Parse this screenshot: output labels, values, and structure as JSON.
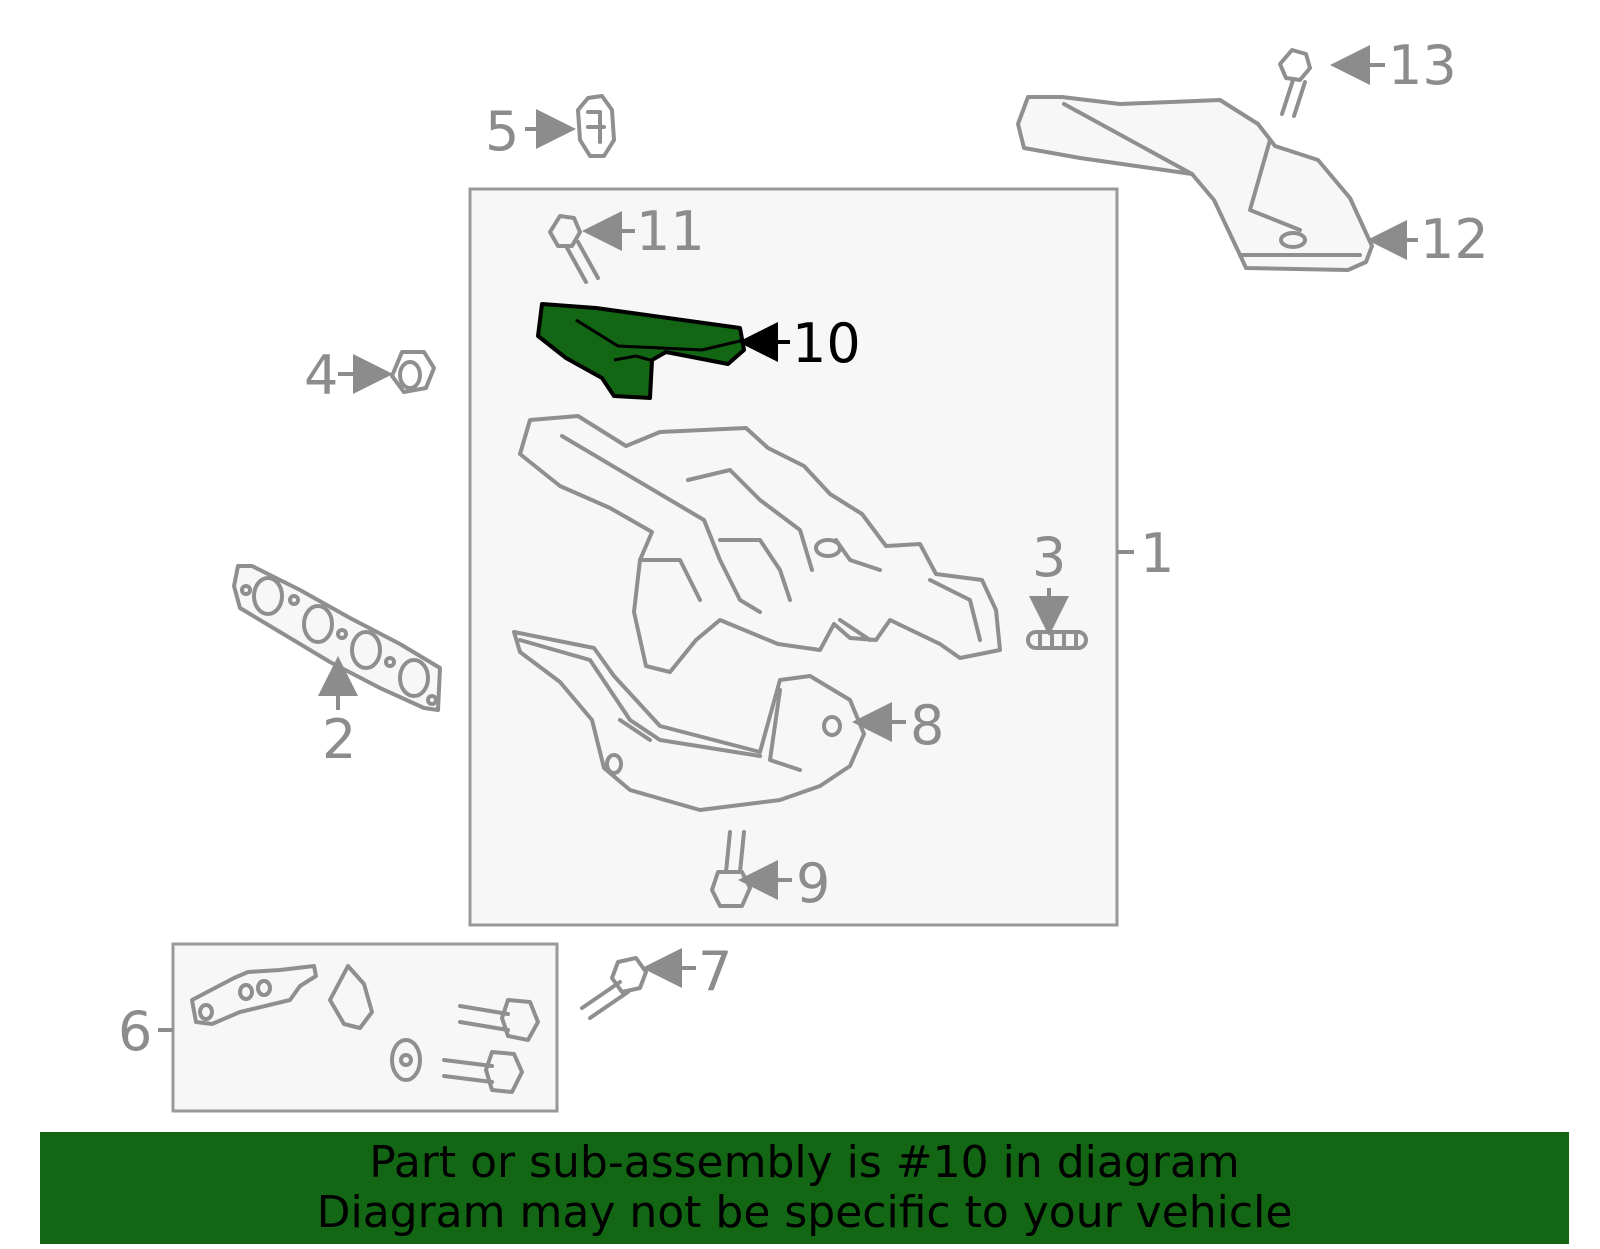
{
  "callouts": {
    "c1": "1",
    "c2": "2",
    "c3": "3",
    "c4": "4",
    "c5": "5",
    "c6": "6",
    "c7": "7",
    "c8": "8",
    "c9": "9",
    "c10": "10",
    "c11": "11",
    "c12": "12",
    "c13": "13"
  },
  "highlighted_part": "10",
  "colors": {
    "highlight": "#136613",
    "banner_background": "#136613",
    "line": "#8c8c8c"
  },
  "banner": {
    "line1": "Part or sub-assembly is #10 in diagram",
    "line2": "Diagram may not be specific to your vehicle"
  }
}
